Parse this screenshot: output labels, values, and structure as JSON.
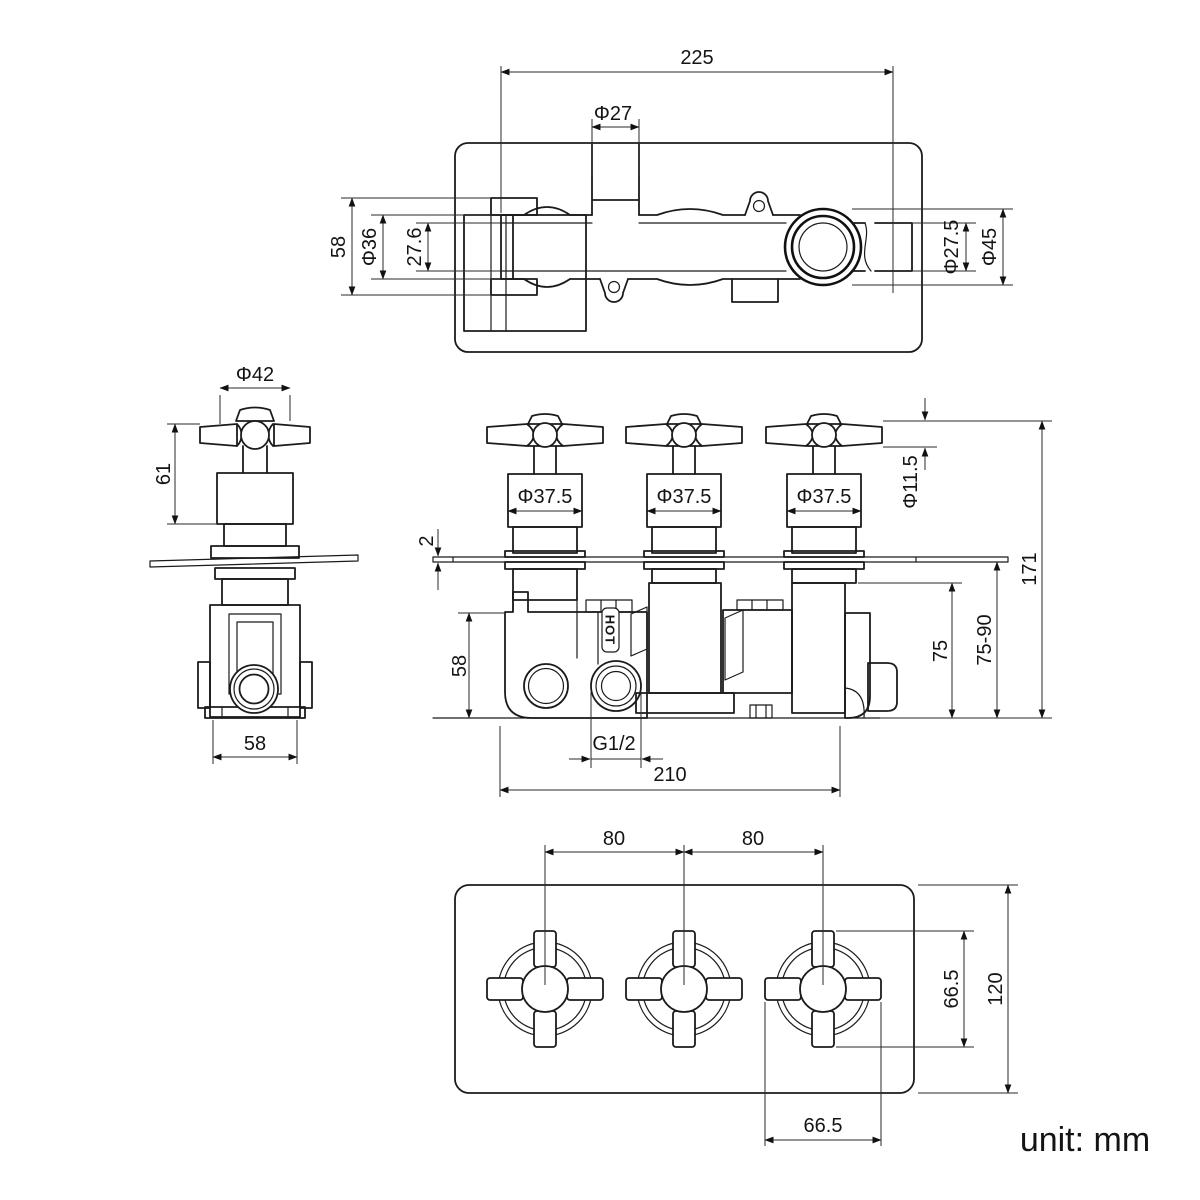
{
  "unit_label": "unit: mm",
  "views": {
    "top": {
      "dims": {
        "overall_length": "225",
        "riser_dia": "Φ27",
        "clamp_width": "58",
        "body_dia": "Φ36",
        "bore_width": "27.6",
        "pipe_dia": "Φ27.5",
        "flange_dia": "Φ45"
      }
    },
    "side": {
      "dims": {
        "handle_dia": "Φ42",
        "handle_height": "61",
        "body_width": "58"
      }
    },
    "front": {
      "hot_tag": "HOT",
      "dims": {
        "escutcheon_dia_1": "Φ37.5",
        "escutcheon_dia_2": "Φ37.5",
        "escutcheon_dia_3": "Φ37.5",
        "spoke_dia": "Φ11.5",
        "plate_thickness": "2",
        "inlet_height": "58",
        "inlet_thread": "G1/2",
        "body_length": "210",
        "depth_to_step": "75",
        "install_depth_range": "75-90",
        "overall_height": "171"
      }
    },
    "bottom": {
      "dims": {
        "spacing_left": "80",
        "spacing_right": "80",
        "cross_span_vertical": "66.5",
        "plate_height": "120",
        "cross_span_horizontal": "66.5"
      }
    }
  }
}
